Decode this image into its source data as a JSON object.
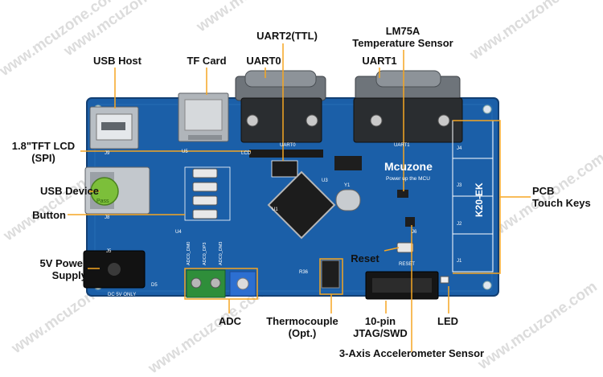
{
  "watermark": "www.mcuzone.com",
  "colors": {
    "pcb": "#1b5fa8",
    "pcb_dark": "#134a86",
    "leader": "#f5a623",
    "label_text": "#111111",
    "silk": "#ffffff"
  },
  "board": {
    "brand": "Mcuzone",
    "slogan": "Power up the MCU",
    "model": "K20-EK",
    "silkscreen": {
      "uart0": "UART0",
      "uart1": "UART1",
      "lcd": "LCD",
      "j9": "J9",
      "j8": "J8",
      "j5": "J5",
      "j6": "J6",
      "u5": "U5",
      "u1": "U1",
      "u3": "U3",
      "u4": "U4",
      "y1": "Y1",
      "d5": "D5",
      "r36": "R36",
      "reset": "RESET",
      "usb_ok": "Pass",
      "dc_5v": "DC 5V ONLY",
      "adc0": "ADC0_DM0",
      "adc1": "ADC0_DP3",
      "adc2": "ADC0_DM3",
      "j4": "J4",
      "j3": "J3",
      "j2": "J2",
      "j1": "J1"
    }
  },
  "callouts": {
    "usb_host": "USB Host",
    "tf_card": "TF Card",
    "uart2": "UART2(TTL)",
    "uart0": "UART0",
    "lm75a": "LM75A\nTemperature Sensor",
    "uart1": "UART1",
    "tft_lcd": "1.8\"TFT LCD\n(SPI)",
    "usb_device": "USB Device",
    "button": "Button",
    "pcb_touch": "PCB\nTouch Keys",
    "power": "5V Power\nSupply",
    "reset": "Reset",
    "adc": "ADC",
    "thermocouple": "Thermocouple\n(Opt.)",
    "jtag": "10-pin\nJTAG/SWD",
    "led": "LED",
    "accel": "3-Axis Accelerometer Sensor"
  }
}
